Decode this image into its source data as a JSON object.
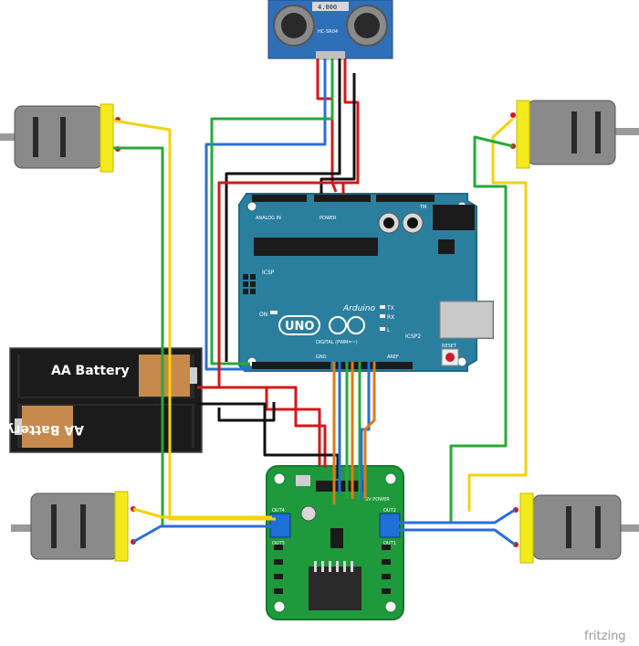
{
  "colors": {
    "arduino": "#2b7f9e",
    "arduino_dark": "#1f6b86",
    "driver_board": "#1e9a3c",
    "sensor": "#2f6fb8",
    "motor_body": "#8a8a8a",
    "motor_cap": "#f2ea1a",
    "battery_holder": "#1b1b1b",
    "battery_cell": "#c8894c",
    "wire_red": "#d41818",
    "wire_black": "#111111",
    "wire_green": "#28a838",
    "wire_blue": "#2a6fd6",
    "wire_yellow": "#f5d20a",
    "wire_orange": "#e07a12"
  },
  "sensor": {
    "display": "4.000",
    "model": "HC-SR04"
  },
  "arduino": {
    "brand": "Arduino",
    "board": "UNO",
    "labels": {
      "power": "POWER",
      "analog_in": "ANALOG IN",
      "digital": "DIGITAL (PWM=~)",
      "icsp": "ICSP",
      "icsp2": "ICSP2",
      "reset": "RESET",
      "on": "ON",
      "tx": "TX",
      "rx": "RX",
      "l": "L",
      "aref": "AREF",
      "gnd": "GND",
      "tm": "TM"
    }
  },
  "batteries": [
    "AA Battery",
    "AA Battery"
  ],
  "driver": {
    "labels": {
      "out1": "OUT1",
      "out2": "OUT2",
      "out3": "OUT3",
      "out4": "OUT4",
      "power": "5V POWER"
    }
  },
  "watermark": "fritzing",
  "icons": [
    "ultrasonic-sensor",
    "arduino-uno",
    "dc-motor",
    "battery-holder",
    "l298n-motor-driver"
  ]
}
